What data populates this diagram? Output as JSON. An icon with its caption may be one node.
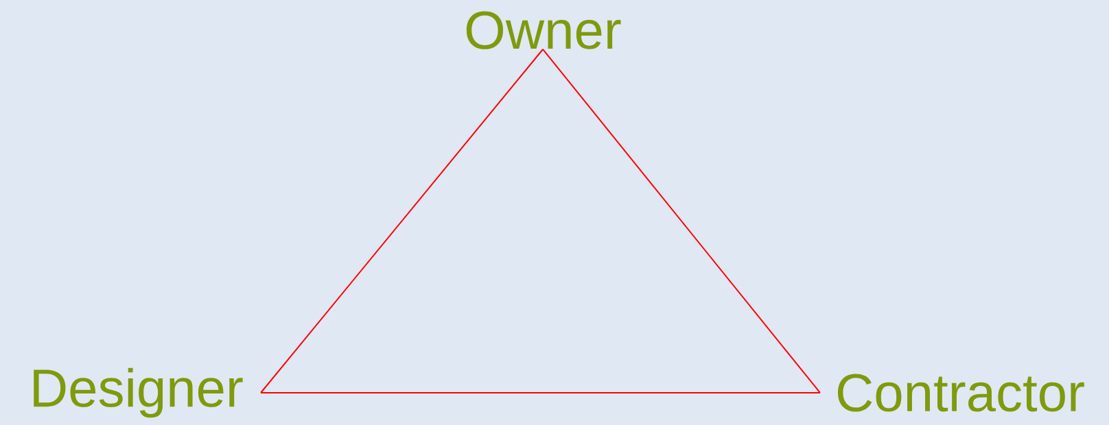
{
  "diagram": {
    "nodes": [
      {
        "text": [
          "Owner"
        ]
      },
      {
        "text": [
          "Designer"
        ]
      },
      {
        "text": [
          "Contractor"
        ]
      }
    ],
    "edges": [
      {
        "from": 0,
        "to": 1,
        "arrow": "none"
      },
      {
        "from": 1,
        "to": 2,
        "arrow": "none"
      },
      {
        "from": 2,
        "to": 0,
        "arrow": "none"
      }
    ]
  }
}
